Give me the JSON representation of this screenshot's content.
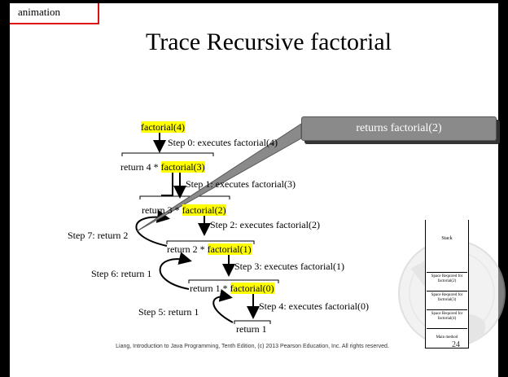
{
  "slide": {
    "tag": "animation",
    "title": "Trace Recursive factorial",
    "footer": "Liang, Introduction to Java Programming, Tenth Edition, (c) 2013 Pearson Education, Inc. All rights reserved.",
    "page": "24"
  },
  "diagram": {
    "calls": {
      "f4": "factorial(4)",
      "f3": "factorial(3)",
      "f2": "factorial(2)",
      "f1": "factorial(1)",
      "f0": "factorial(0)"
    },
    "returns": {
      "r4": "return 4 * ",
      "r3": "return 3 * ",
      "r2": "return 2 * ",
      "r1": "return 1 * ",
      "r0": "return 1"
    },
    "steps": {
      "s0": "Step 0: executes factorial(4)",
      "s1": "Step 1: executes factorial(3)",
      "s2": "Step 2: executes factorial(2)",
      "s3": "Step 3: executes factorial(1)",
      "s4": "Step 4: executes factorial(0)",
      "s5": "Step 5: return 1",
      "s6": "Step 6: return 1",
      "s7": "Step 7: return 2"
    },
    "callout": "returns factorial(2)",
    "highlight_color": "#ffff00"
  },
  "stack": {
    "label": "Stack",
    "frames": [
      "Space Required for factorial(2)",
      "Space Required for factorial(3)",
      "Space Required for factorial(4)",
      "Main method"
    ]
  }
}
